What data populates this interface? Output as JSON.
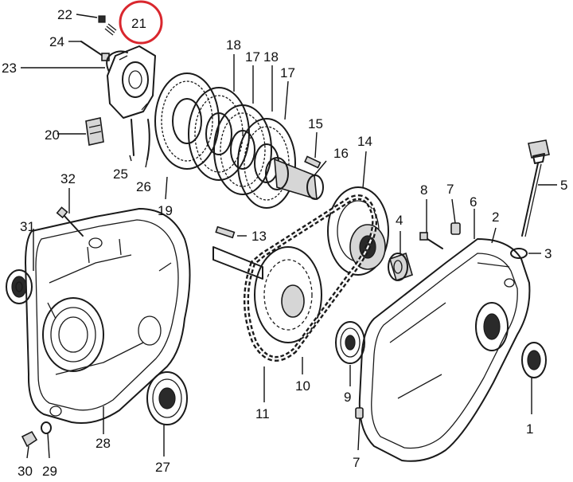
{
  "diagram": {
    "colors": {
      "ink": "#1a1a1a",
      "highlight": "#d9272e",
      "background": "#ffffff"
    },
    "highlighted_callout": "21",
    "callouts": {
      "c1": "1",
      "c2": "2",
      "c3": "3",
      "c4": "4",
      "c5": "5",
      "c6": "6",
      "c7a": "7",
      "c7b": "7",
      "c8": "8",
      "c9": "9",
      "c10": "10",
      "c11": "11",
      "c13": "13",
      "c14": "14",
      "c15": "15",
      "c16": "16",
      "c17a": "17",
      "c17b": "17",
      "c18a": "18",
      "c18b": "18",
      "c19": "19",
      "c20": "20",
      "c21": "21",
      "c22": "22",
      "c23": "23",
      "c24": "24",
      "c25": "25",
      "c26": "26",
      "c27": "27",
      "c28": "28",
      "c29": "29",
      "c30": "30",
      "c31": "31",
      "c32": "32"
    }
  }
}
